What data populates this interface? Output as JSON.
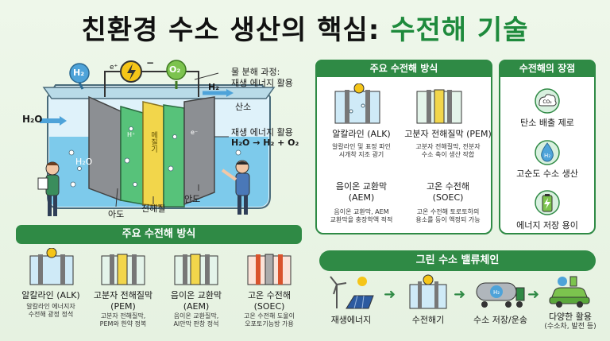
{
  "title_main": "친환경 수소 생산의 핵심:",
  "title_accent": "수전해 기술",
  "diagram": {
    "h2": "H₂",
    "o2": "O₂",
    "eplus": "e⁺",
    "minus": "−",
    "h2o_in": "H₂O",
    "h2o_tank": "H₂O",
    "membrane": "메질기",
    "hplus": "H⁺",
    "eminus": "e⁻",
    "process": "물 분해 과정:\n재생 에너지 활용",
    "h2_out": "H₂",
    "oxygen": "산소",
    "equation_title": "재생 에너지 활용",
    "equation": "H₂O → H₂ + O₂",
    "anode": "아도",
    "electrolyte": "전해질",
    "cathode": "안도"
  },
  "methods_top": {
    "header": "주요 수전해 방식",
    "items": [
      {
        "name": "알칼라인 (ALK)",
        "desc": "알칼라인 및 표정 파인\n시개착 지조 광기"
      },
      {
        "name": "고분자 전해질막 (PEM)",
        "desc": "고분자 전해질막, 전분자\n수소 축이 생산 작합"
      },
      {
        "name": "음이온 교환막\n(AEM)",
        "desc": "음이온 교환막, AEM\n교환막을 충장학액 적적"
      },
      {
        "name": "고온 수전해\n(SOEC)",
        "desc": "고온 수전해 토로토하의\n용소를 등이 액정되 가능"
      }
    ]
  },
  "advantages": {
    "header": "수전해의 장점",
    "items": [
      {
        "label": "탄소 배출 제로",
        "icon": "CO₂"
      },
      {
        "label": "고순도 수소 생산",
        "icon": "H₂"
      },
      {
        "label": "에너지 저장 용이",
        "icon": "battery"
      }
    ]
  },
  "methods_bottom": {
    "header": "주요 수전해 방식",
    "items": [
      {
        "name": "알칼라인 (ALK)",
        "desc": "알칼라인 에너지자\n수전해 광정 정석"
      },
      {
        "name": "고분자 전해질막\n(PEM)",
        "desc": "고분자 전해질막,\nPEM와 한약 정복"
      },
      {
        "name": "음이온 교환막\n(AEM)",
        "desc": "음이온 교환질막,\nAI안막 판창 정석"
      },
      {
        "name": "고온 수전해\n(SOEC)",
        "desc": "고온 수전해 도울이\n오포토기능방 가용"
      }
    ]
  },
  "value_chain": {
    "header": "그린 수소 밸류체인",
    "steps": [
      {
        "label": "재생에너지"
      },
      {
        "label": "수전해기"
      },
      {
        "label": "수소 저장/운송"
      },
      {
        "label": "다양한 활용",
        "sub": "(수소차, 발전 등)"
      }
    ]
  },
  "colors": {
    "brand_green": "#2f8a45",
    "title_green": "#1e8a3c",
    "water_blue": "#6cc3e8",
    "membrane_yellow": "#f2d64b"
  }
}
